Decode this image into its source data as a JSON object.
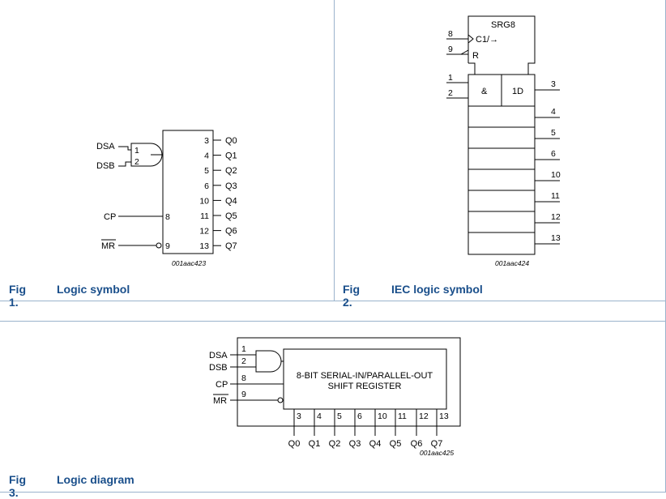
{
  "fig1": {
    "number": "Fig 1.",
    "title": "Logic symbol",
    "inputs": {
      "dsa": "DSA",
      "dsb": "DSB",
      "cp": "CP",
      "mr": "MR"
    },
    "gate_pins": [
      "1",
      "2"
    ],
    "input_pins": {
      "cp": "8",
      "mr": "9"
    },
    "output_pins": [
      "3",
      "4",
      "5",
      "6",
      "10",
      "11",
      "12",
      "13"
    ],
    "outputs": [
      "Q0",
      "Q1",
      "Q2",
      "Q3",
      "Q4",
      "Q5",
      "Q6",
      "Q7"
    ],
    "code": "001aac423"
  },
  "fig2": {
    "number": "Fig 2.",
    "title": "IEC logic symbol",
    "block_name": "SRG8",
    "clock_label": "C1/→",
    "reset_label": "R",
    "and_label": "&",
    "data_label": "1D",
    "input_pins": [
      "8",
      "9",
      "1",
      "2"
    ],
    "output_pins": [
      "3",
      "4",
      "5",
      "6",
      "10",
      "11",
      "12",
      "13"
    ],
    "code": "001aac424"
  },
  "fig3": {
    "number": "Fig 3.",
    "title": "Logic diagram",
    "inputs": {
      "dsa": "DSA",
      "dsb": "DSB",
      "cp": "CP",
      "mr": "MR"
    },
    "input_pins": [
      "1",
      "2",
      "8",
      "9"
    ],
    "block_line1": "8-BIT SERIAL-IN/PARALLEL-OUT",
    "block_line2": "SHIFT REGISTER",
    "output_pins": [
      "3",
      "4",
      "5",
      "6",
      "10",
      "11",
      "12",
      "13"
    ],
    "outputs": [
      "Q0",
      "Q1",
      "Q2",
      "Q3",
      "Q4",
      "Q5",
      "Q6",
      "Q7"
    ],
    "code": "001aac425"
  },
  "colors": {
    "border": "#9bb3cc",
    "caption": "#1a4f8b",
    "line": "#000000"
  }
}
